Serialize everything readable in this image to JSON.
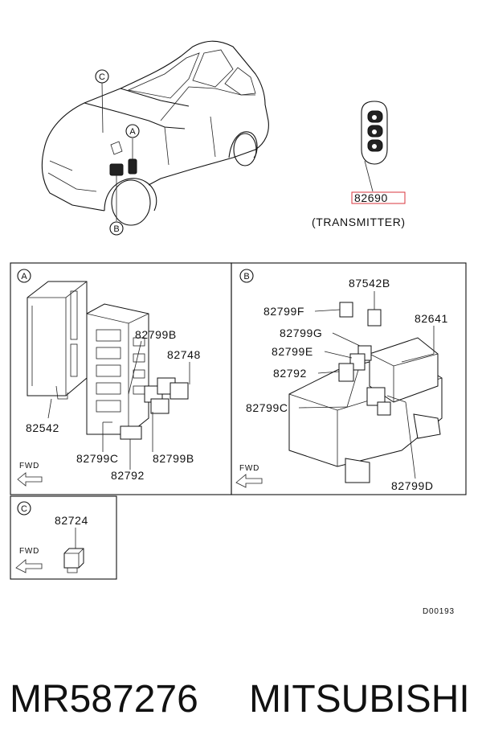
{
  "top": {
    "callouts": [
      "C",
      "A",
      "B"
    ],
    "transmitter_part_no": "82690",
    "transmitter_label": "(TRANSMITTER)",
    "highlight_color": "#d9363e"
  },
  "panel_a": {
    "callout": "A",
    "labels": [
      "82799B",
      "82748",
      "82542",
      "82799C",
      "82799B",
      "82792"
    ],
    "fwd": "FWD"
  },
  "panel_b": {
    "callout": "B",
    "labels": [
      "87542B",
      "82799F",
      "82641",
      "82799G",
      "82799E",
      "82792",
      "82799C",
      "82799D"
    ],
    "fwd": "FWD"
  },
  "panel_c": {
    "callout": "C",
    "labels": [
      "82724"
    ],
    "fwd": "FWD"
  },
  "doc_code": "D00193",
  "footer": {
    "part_number": "MR587276",
    "brand": "MITSUBISHI"
  }
}
